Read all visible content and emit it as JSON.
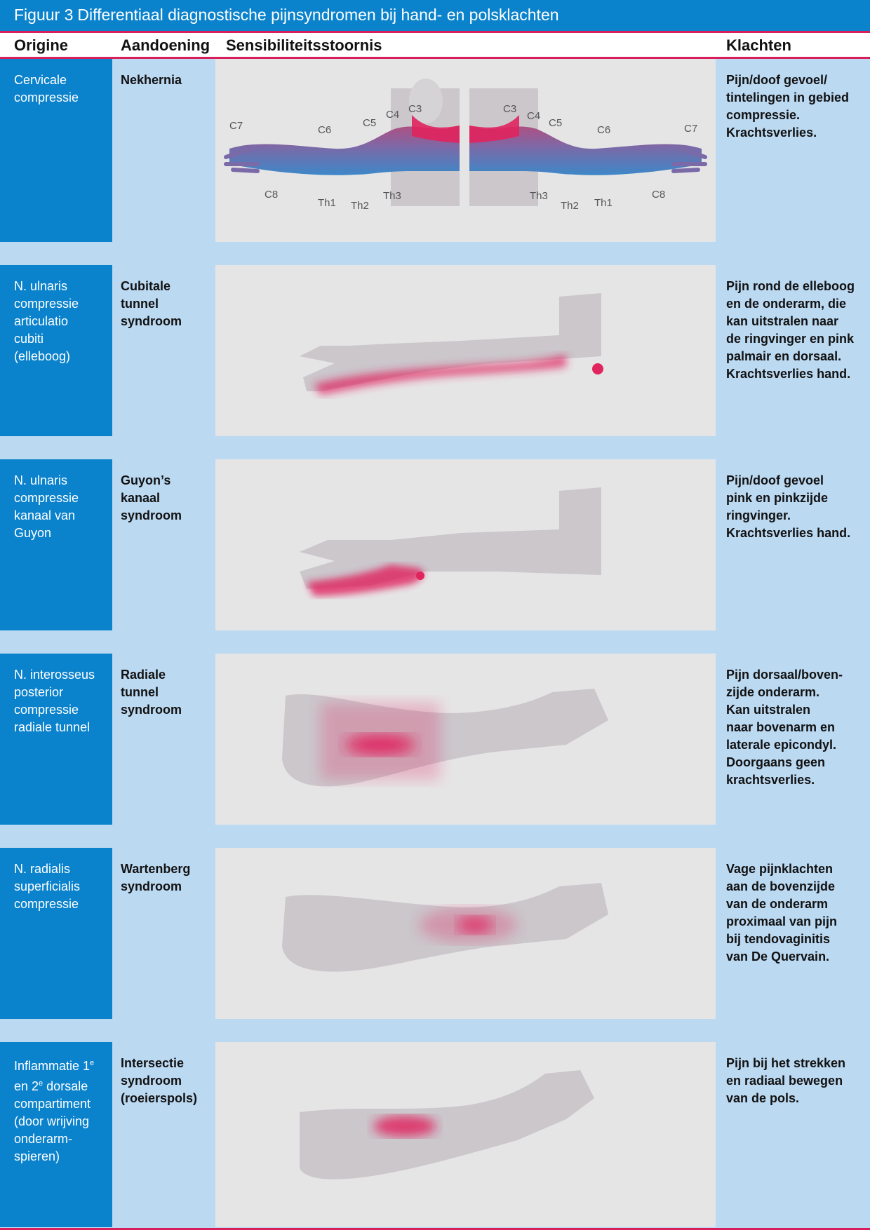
{
  "title": {
    "figure": "Figuur 3",
    "text": "Differentiaal diagnostische pijnsyndromen bij hand- en polsklachten"
  },
  "headers": {
    "origin": "Origine",
    "condition": "Aandoening",
    "sensory": "Sensibiliteitsstoornis",
    "complaints": "Klachten"
  },
  "rows": [
    {
      "origin": "Cervicale\ncompressie",
      "condition": "Nekhernia",
      "complaints": "Pijn/doof gevoel/\ntintelingen in gebied\ncompressie.\nKrachtsverlies."
    },
    {
      "origin": "N. ulnaris\ncompressie\narticulatio\ncubiti\n(elleboog)",
      "condition": "Cubitale\ntunnel\nsyndroom",
      "complaints": "Pijn rond de elleboog\nen de onderarm, die\nkan uitstralen naar\nde ringvinger en pink\npalmair en dorsaal.\nKrachtsverlies hand."
    },
    {
      "origin": "N. ulnaris\ncompressie\nkanaal van\nGuyon",
      "condition": "Guyon’s\nkanaal\nsyndroom",
      "complaints": "Pijn/doof gevoel\npink en pinkzijde\nringvinger.\nKrachtsverlies hand."
    },
    {
      "origin": "N. interosseus\nposterior\ncompressie\nradiale tunnel",
      "condition": "Radiale\ntunnel\nsyndroom",
      "complaints": "Pijn dorsaal/boven-\nzijde onderarm.\nKan uitstralen\nnaar  bovenarm en\nlaterale epicondyl.\nDoorgaans geen\nkrachtsverlies."
    },
    {
      "origin": "N. radialis\nsuperficialis\ncompressie",
      "condition": "Wartenberg\nsyndroom",
      "complaints": "Vage pijnklachten\naan de bovenzijde\nvan de onderarm\nproximaal van pijn\nbij tendovaginitis\nvan De Quervain."
    },
    {
      "origin_lines": [
        "Inflammatie 1",
        "en 2",
        " dorsale\ncompartiment\n(door wrijving\nonderarm-\nspieren)"
      ],
      "origin_sup": "e",
      "condition": "Intersectie\nsyndroom\n(roeierspols)",
      "complaints": "Pijn bij het strekken\nen radiaal bewegen\nvan de pols."
    }
  ],
  "dermatome_labels": {
    "left": [
      "C7",
      "C6",
      "C5",
      "C4",
      "C3",
      "C8",
      "Th1",
      "Th2",
      "Th3"
    ],
    "right": [
      "C3",
      "C4",
      "C5",
      "C6",
      "C7",
      "Th3",
      "Th2",
      "Th1",
      "C8"
    ]
  },
  "colors": {
    "accent_blue": "#0a82cc",
    "light_blue": "#bcd9f2",
    "pain_red": "#e0245e",
    "panel_gray": "#e6e5e6",
    "limb_gray": "#cbc7cb"
  }
}
